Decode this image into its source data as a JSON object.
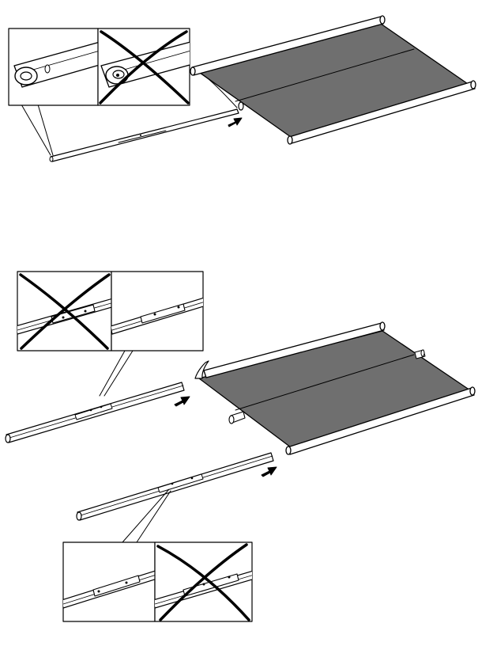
{
  "document": {
    "type": "assembly-instruction",
    "text": []
  },
  "colors": {
    "fabric": "#6f6f6f",
    "outline": "#000000",
    "tube": "#ffffff",
    "background": "#ffffff"
  },
  "steps": [
    {
      "id": "step-1",
      "parts": [
        "flat-rod",
        "bottom-tube",
        "top-tube",
        "fabric-panel"
      ],
      "detail_panels": [
        {
          "id": "correct",
          "state": "correct",
          "shows": "rod-end-opening"
        },
        {
          "id": "incorrect",
          "state": "incorrect",
          "shows": "rod-end-opening"
        }
      ],
      "arrow_icon": "insert-arrow-icon"
    },
    {
      "id": "step-2",
      "parts": [
        "upper-rod",
        "lower-rod",
        "bottom-tube",
        "top-tube",
        "fabric-panel"
      ],
      "detail_panels": [
        {
          "id": "incorrect",
          "state": "incorrect",
          "shows": "rod-joint"
        },
        {
          "id": "correct",
          "state": "correct",
          "shows": "rod-joint"
        },
        {
          "id": "correct",
          "state": "correct",
          "shows": "rod-joint"
        },
        {
          "id": "incorrect",
          "state": "incorrect",
          "shows": "rod-joint"
        }
      ],
      "arrow_icons": [
        "insert-arrow-icon",
        "insert-arrow-icon"
      ]
    }
  ]
}
